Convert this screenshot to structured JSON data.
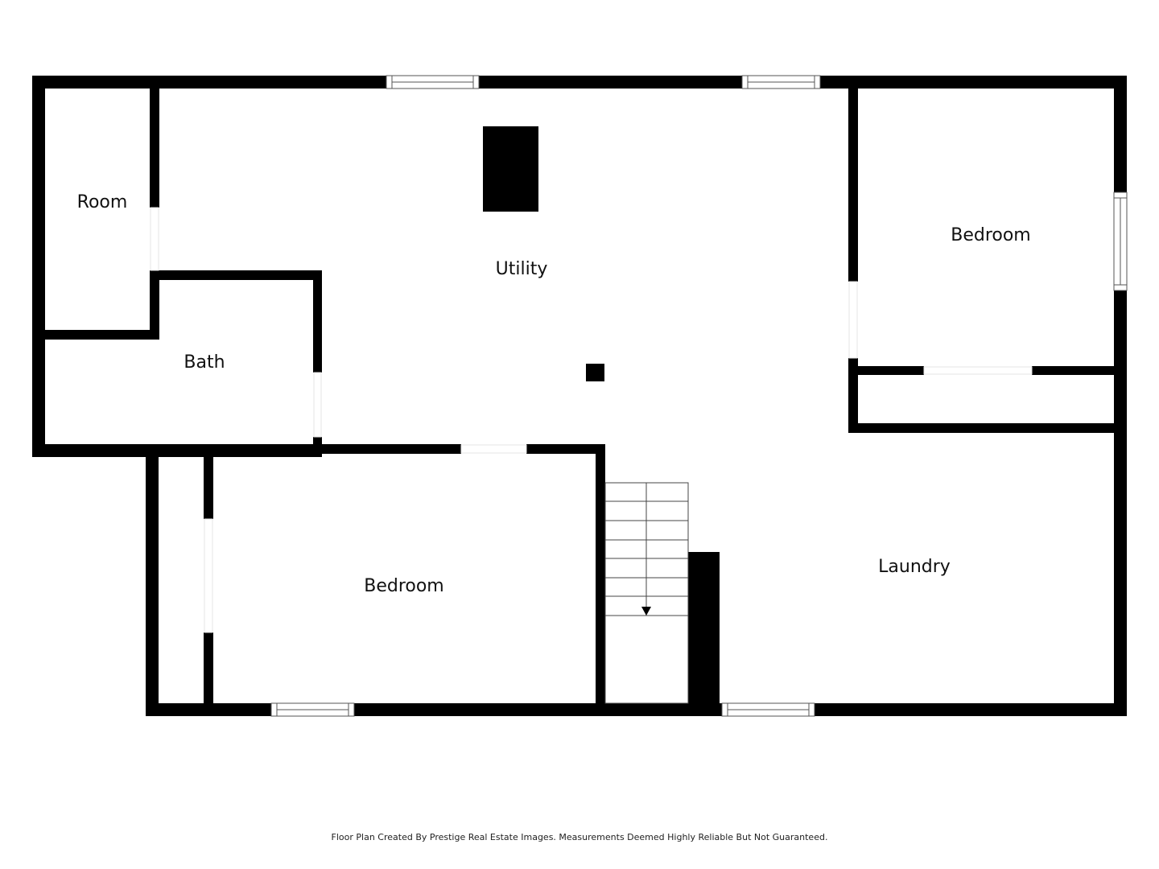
{
  "diagram": {
    "type": "floor_plan",
    "colors": {
      "wall": "#000000",
      "background": "#ffffff",
      "window_frame": "#555555"
    },
    "rooms": [
      {
        "id": "room",
        "label": "Room"
      },
      {
        "id": "utility",
        "label": "Utility"
      },
      {
        "id": "bedroom-right",
        "label": "Bedroom"
      },
      {
        "id": "bath",
        "label": "Bath"
      },
      {
        "id": "bedroom-bottom",
        "label": "Bedroom"
      },
      {
        "id": "laundry",
        "label": "Laundry"
      }
    ],
    "features": {
      "stairs": {
        "direction": "down",
        "steps": 7
      },
      "windows": 6
    }
  },
  "footer": {
    "credit": "Floor Plan Created By Prestige Real Estate Images. Measurements Deemed Highly Reliable But Not Guaranteed."
  }
}
